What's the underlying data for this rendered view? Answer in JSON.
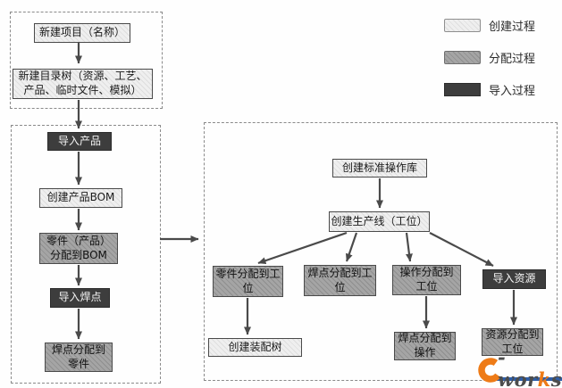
{
  "diagram": {
    "stage1": {
      "new_project": "新建项目（名称）",
      "new_tree": "新建目录树（资源、工艺、产品、临时文件、模拟）"
    },
    "stage2": {
      "import_product": "导入产品",
      "create_bom": "创建产品BOM",
      "assign_part_bom": "零件（产品）分配到BOM",
      "import_weld": "导入焊点",
      "assign_weld_part": "焊点分配到零件"
    },
    "stage3": {
      "create_std_lib": "创建标准操作库",
      "create_line": "创建生产线（工位）",
      "assign_part_station": "零件分配到工位",
      "assign_weld_station": "焊点分配到工位",
      "assign_op_station": "操作分配到工位",
      "import_resource": "导入资源",
      "create_assembly_tree": "创建装配树",
      "assign_weld_op": "焊点分配到操作",
      "assign_resource_station": "资源分配到工位"
    }
  },
  "legend": {
    "items": [
      {
        "label": "创建过程",
        "type": "create"
      },
      {
        "label": "分配过程",
        "type": "assign"
      },
      {
        "label": "导入过程",
        "type": "import"
      }
    ]
  },
  "logo": {
    "e": "e",
    "rest1": "-wor",
    "k": "k",
    "s": "s"
  },
  "colors": {
    "create_fill": "#efefef",
    "create_hatch": "#dedede",
    "assign_fill": "#a5a5a5",
    "assign_hatch": "#8e8e8e",
    "import_fill": "#3d3d3d",
    "node_border": "#4a4a4a",
    "arrow": "#4a4a4a",
    "container_border": "#8a8a8a",
    "logo_orange": "#ee7b17",
    "logo_blue": "#2e5ea8",
    "logo_text": "#4d4d4d"
  }
}
